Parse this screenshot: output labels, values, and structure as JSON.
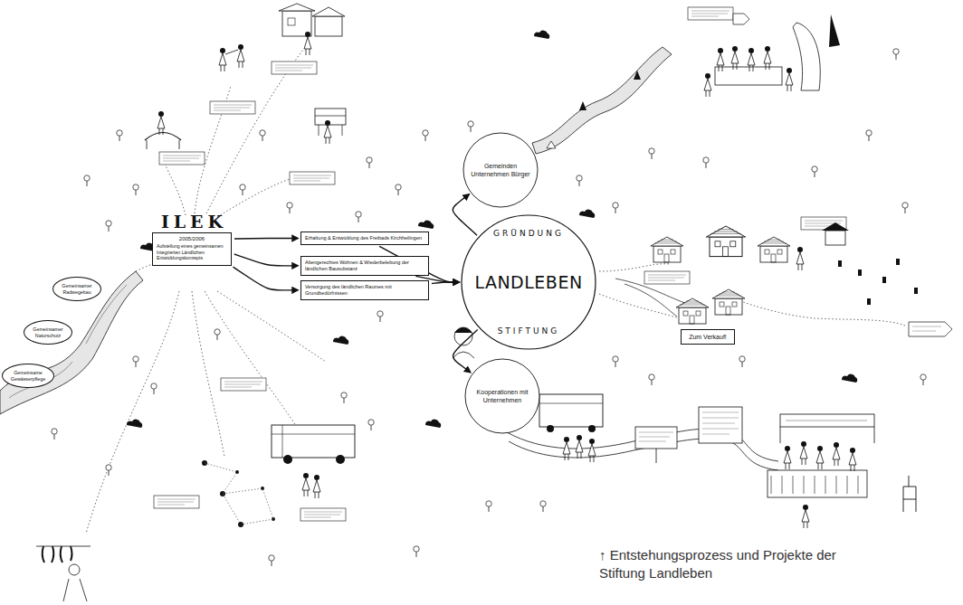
{
  "diagram": {
    "caption": "↑ Entstehungsprozess und Projekte der Stiftung Landleben",
    "nodes": [
      {
        "text": [
          "ILEK",
          "2005/2006",
          "Aufstellung eines gemeinsamen Integrierten Ländlichen Entwicklungskonzepts"
        ]
      },
      {
        "text": [
          "Erhaltung & Entwicklung des Freibads Kirchheilingen"
        ]
      },
      {
        "text": [
          "Altengerechtes Wohnen & Wiederbelebung der ländlichen Bausubstanz"
        ]
      },
      {
        "text": [
          "Versorgung des ländlichen Raumes mit Grundbedürfnissen"
        ]
      },
      {
        "text": [
          "GRÜNDUNG",
          "LANDLEBEN",
          "STIFTUNG"
        ]
      },
      {
        "text": [
          "Gemeinden Unternehmen Bürger"
        ]
      },
      {
        "text": [
          "Kooperationen mit Unternehmen"
        ]
      },
      {
        "text": [
          "Zum Verkauf!"
        ]
      },
      {
        "text": [
          "Gemeinsamer Radwegebau"
        ]
      },
      {
        "text": [
          "Gemeinsamer Naturschutz"
        ]
      },
      {
        "text": [
          "Gemeinsame Gewässerpflege"
        ]
      }
    ],
    "edges": [
      {
        "from": 0,
        "to": 1,
        "arrow": "to"
      },
      {
        "from": 0,
        "to": 2,
        "arrow": "to"
      },
      {
        "from": 0,
        "to": 3,
        "arrow": "to"
      },
      {
        "from": 1,
        "to": 4,
        "arrow": "to"
      },
      {
        "from": 2,
        "to": 4,
        "arrow": "to"
      },
      {
        "from": 3,
        "to": 4,
        "arrow": "to"
      },
      {
        "from": 4,
        "to": 5,
        "arrow": "to"
      },
      {
        "from": 4,
        "to": 6,
        "arrow": "to"
      }
    ]
  }
}
